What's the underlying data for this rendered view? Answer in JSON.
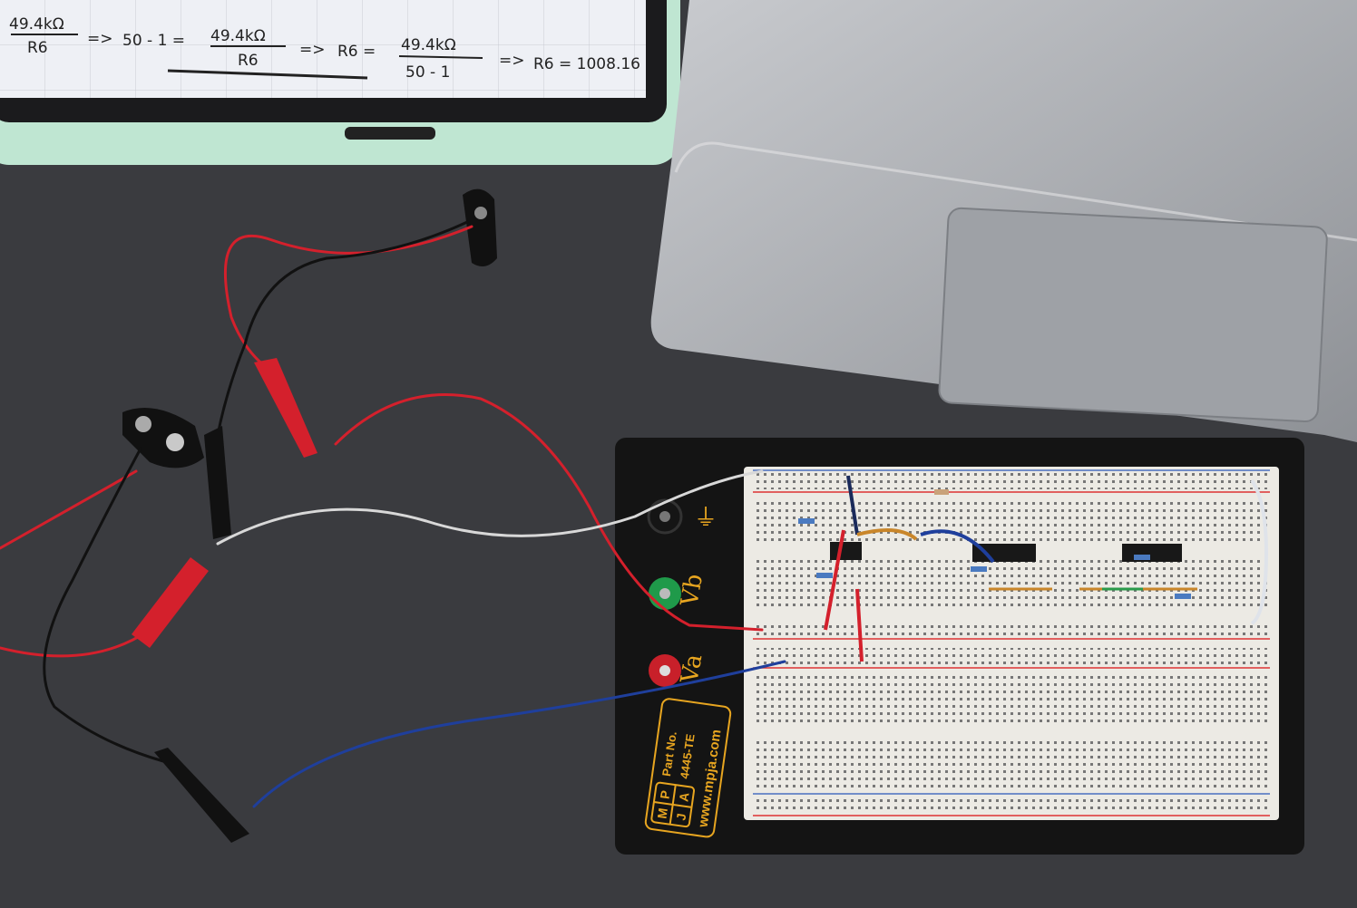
{
  "tablet_notes": {
    "frac1_num": "49.4kΩ",
    "frac1_den": "R6",
    "arrow1": "=>",
    "lhs2": "50 - 1 =",
    "frac2_num": "49.4kΩ",
    "frac2_den": "R6",
    "arrow2": "=>",
    "lhs3": "R6 =",
    "frac3_num": "49.4kΩ",
    "frac3_den": "50 - 1",
    "arrow3": "=>",
    "result": "R6 = 1008.16"
  },
  "breadboard": {
    "brand_letters": [
      "M",
      "P",
      "J",
      "A"
    ],
    "part_label": "Part No.",
    "part_number": "4445-TE",
    "website": "www.mpja.com",
    "post_labels": {
      "ground": "⏚",
      "vb": "Vb",
      "va": "Va"
    },
    "post_colors": {
      "ground": "#151515",
      "vb": "#1f9a4a",
      "va": "#c8202a"
    }
  },
  "colors": {
    "desk": "#3a3b3f",
    "tablet_case": "#bfe6d2",
    "laptop": "#a9acb1",
    "board_base": "#141414",
    "board": "#eceae4",
    "wire_red": "#d4202c",
    "wire_blue": "#1f3f9c",
    "wire_white": "#d8d8d8",
    "wire_black": "#111111"
  }
}
